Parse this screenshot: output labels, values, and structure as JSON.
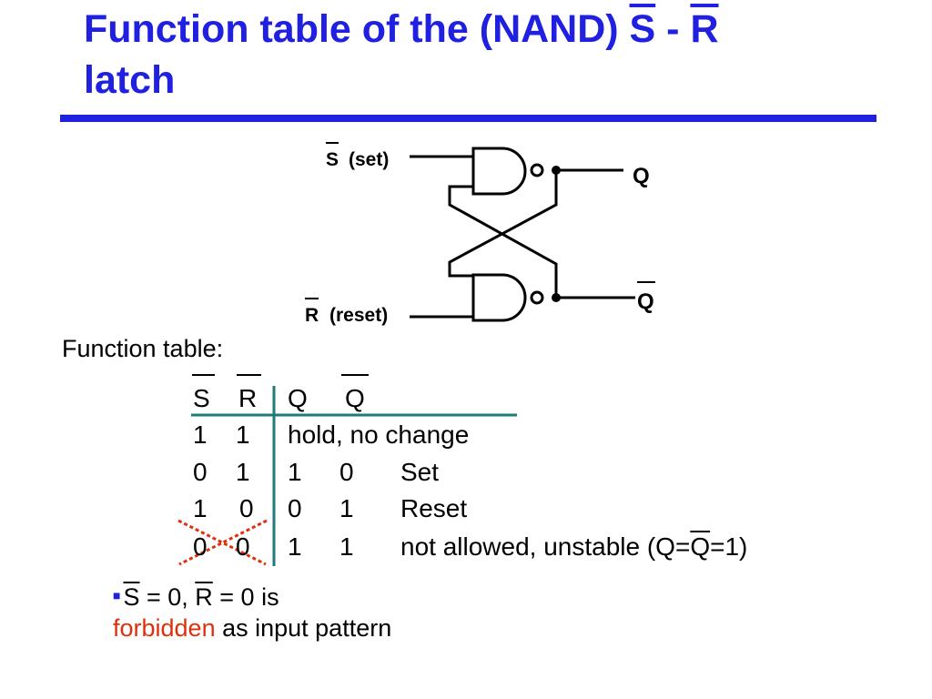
{
  "slide": {
    "title": "Function table of the (NAND) S - R latch",
    "title_prefix": "Function table of the (NAND) ",
    "title_s": "S",
    "title_sep": " - ",
    "title_r": "R",
    "title_line2": "latch",
    "accent_color": "#2020e0"
  },
  "circuit": {
    "input_s_bar": "S",
    "input_s_note": "(set)",
    "input_r_bar": "R",
    "input_r_note": "(reset)",
    "output_q": "Q",
    "output_q_bar": "Q",
    "gate_type": "NAND"
  },
  "function_table": {
    "label": "Function table:",
    "headers": {
      "s": "S",
      "r": "R",
      "q": "Q",
      "qbar": "Q"
    },
    "rows": [
      {
        "s": "1",
        "r": "1",
        "text": "hold, no change"
      },
      {
        "s": "0",
        "r": "1",
        "q": "1",
        "qbar": "0",
        "state": "Set"
      },
      {
        "s": "1",
        "r": "0",
        "q": "0",
        "qbar": "1",
        "state": "Reset"
      },
      {
        "s": "0",
        "r": "0",
        "q": "1",
        "qbar": "1",
        "state": "not allowed, unstable (Q=",
        "state_bar": "Q",
        "state_end": "=1)"
      }
    ],
    "cross_color": "#e0300b"
  },
  "note": {
    "s": "S",
    "mid": " = 0, ",
    "r": "R",
    "end": " = 0 is",
    "forbidden": "forbidden",
    "rest": " as input pattern",
    "forbidden_color": "#e0300b"
  }
}
